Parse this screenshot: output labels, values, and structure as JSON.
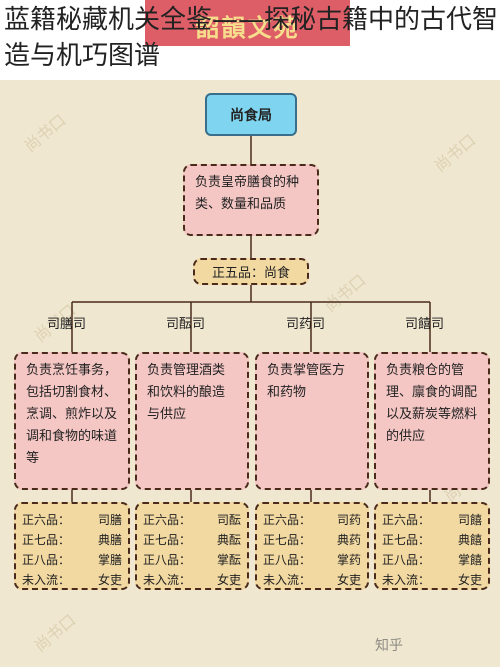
{
  "header": {
    "banner_text": "韶韻文苑",
    "title": "蓝籍秘藏机关全鉴——探秘古籍中的古代智造与机巧图谱"
  },
  "diagram": {
    "root": "尚食局",
    "top_duty": "负责皇帝膳食的种类、数量和品质",
    "head_rank": "正五品：尚食",
    "watermark": "尚书口",
    "corner_mark": "知乎",
    "departments": [
      {
        "name": "司膳司",
        "duty": "负责烹饪事务，包括切割食材、烹调、煎炸以及调和食物的味道等",
        "officials": [
          [
            "正六品：",
            "司膳"
          ],
          [
            "正七品：",
            "典膳"
          ],
          [
            "正八品：",
            "掌膳"
          ],
          [
            "未入流：",
            "女吏"
          ]
        ]
      },
      {
        "name": "司酝司",
        "duty": "负责管理酒类和饮料的酿造与供应",
        "officials": [
          [
            "正六品：",
            "司酝"
          ],
          [
            "正七品：",
            "典酝"
          ],
          [
            "正八品：",
            "掌酝"
          ],
          [
            "未入流：",
            "女吏"
          ]
        ]
      },
      {
        "name": "司药司",
        "duty": "负责掌管医方和药物",
        "officials": [
          [
            "正六品：",
            "司药"
          ],
          [
            "正七品：",
            "典药"
          ],
          [
            "正八品：",
            "掌药"
          ],
          [
            "未入流：",
            "女吏"
          ]
        ]
      },
      {
        "name": "司饎司",
        "duty": "负责粮仓的管理、廪食的调配以及薪炭等燃料的供应",
        "officials": [
          [
            "正六品：",
            "司饎"
          ],
          [
            "正七品：",
            "典饎"
          ],
          [
            "正八品：",
            "掌饎"
          ],
          [
            "未入流：",
            "女吏"
          ]
        ]
      }
    ]
  }
}
